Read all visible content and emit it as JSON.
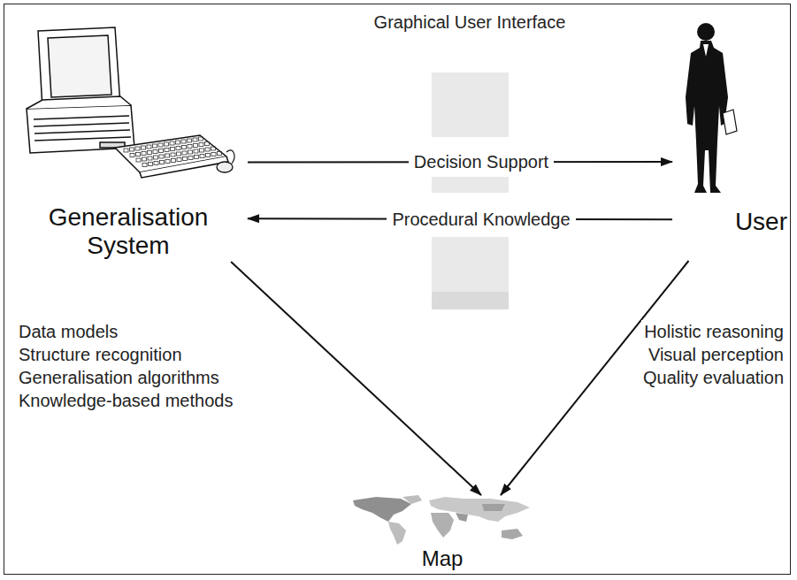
{
  "diagram": {
    "nodes": [
      {
        "text": [
          "Generalisation System"
        ]
      },
      {
        "text": [
          "User"
        ]
      },
      {
        "text": [
          "Map"
        ]
      }
    ],
    "edges": [
      {
        "from": 0,
        "to": 1,
        "arrow": "to",
        "label": "Decision Support"
      },
      {
        "from": 1,
        "to": 0,
        "arrow": "to",
        "label": "Procedural Knowledge"
      },
      {
        "from": 0,
        "to": 2,
        "arrow": "to"
      },
      {
        "from": 1,
        "to": 2,
        "arrow": "to"
      }
    ],
    "labels": [
      "Graphical User Interface",
      "Data models",
      "Structure recognition",
      "Generalisation algorithms",
      "Knowledge-based methods",
      "Holistic reasoning",
      "Visual perception",
      "Quality evaluation"
    ]
  }
}
